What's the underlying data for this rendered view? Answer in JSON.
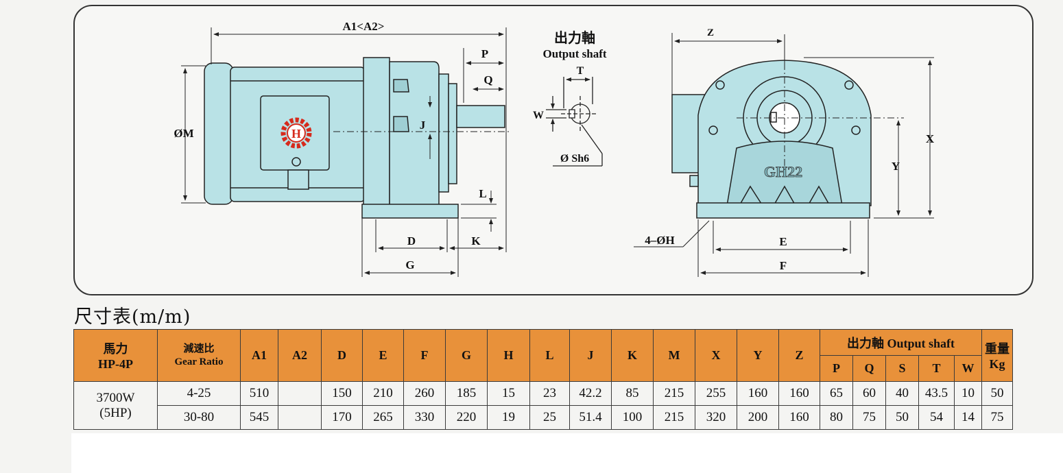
{
  "diagram": {
    "labels": {
      "a1a2": "A1<A2>",
      "p": "P",
      "q": "Q",
      "j": "J",
      "m": "ØM",
      "l": "L",
      "d": "D",
      "k": "K",
      "g": "G",
      "output_cn": "出力軸",
      "output_en": "Output shaft",
      "t": "T",
      "w": "W",
      "sh6": "Ø Sh6",
      "z": "Z",
      "x": "X",
      "y": "Y",
      "h4": "4–ØH",
      "e": "E",
      "f": "F",
      "gh22": "GH22",
      "logo": "H"
    },
    "colors": {
      "body": "#b9e2e6",
      "line": "#222222",
      "logo": "#d62a1c"
    }
  },
  "title": "尺寸表(m/m)",
  "table": {
    "headers": {
      "power_cn": "馬力",
      "power_en": "HP-4P",
      "ratio_cn": "減速比",
      "ratio_en": "Gear Ratio",
      "cols": [
        "A1",
        "A2",
        "D",
        "E",
        "F",
        "G",
        "H",
        "L",
        "J",
        "K",
        "M",
        "X",
        "Y",
        "Z"
      ],
      "output": "出力軸 Output shaft",
      "output_cols": [
        "P",
        "Q",
        "S",
        "T",
        "W"
      ],
      "weight_cn": "重量",
      "weight_en": "Kg"
    },
    "power_line1": "3700W",
    "power_line2": "(5HP)",
    "rows": [
      {
        "ratio": "4-25",
        "cells": [
          "510",
          "",
          "150",
          "210",
          "260",
          "185",
          "15",
          "23",
          "42.2",
          "85",
          "215",
          "255",
          "160",
          "160"
        ],
        "out": [
          "65",
          "60",
          "40",
          "43.5",
          "10"
        ],
        "kg": "50"
      },
      {
        "ratio": "30-80",
        "cells": [
          "545",
          "",
          "170",
          "265",
          "330",
          "220",
          "19",
          "25",
          "51.4",
          "100",
          "215",
          "320",
          "200",
          "160"
        ],
        "out": [
          "80",
          "75",
          "50",
          "54",
          "14"
        ],
        "kg": "75"
      }
    ]
  }
}
